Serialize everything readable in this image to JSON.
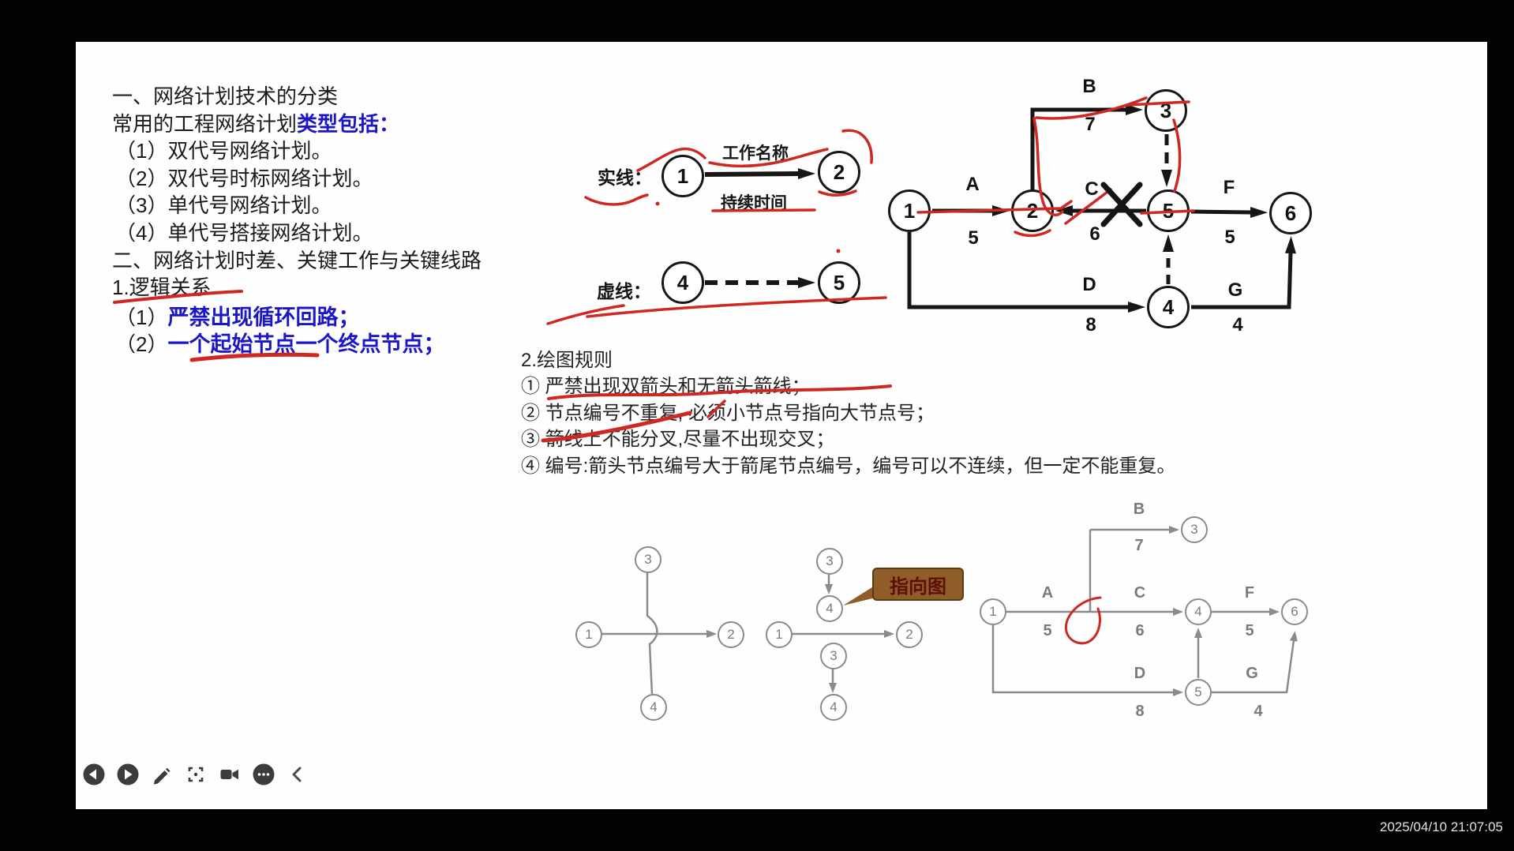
{
  "timestamp": "2025/04/10 21:07:05",
  "colors": {
    "page_bg": "#000000",
    "slide_bg": "#fefefe",
    "text_black": "#1b1b1b",
    "accent_blue": "#1b16c8",
    "pen_red": "#cf2721",
    "diagram_black": "#161616",
    "diagram_gray": "#8a8a8a",
    "callout_brown": "#8f5d28"
  },
  "left_panel": {
    "lines": [
      {
        "black": "一、网络计划技术的分类"
      },
      {
        "black": "常用的工程网络计划",
        "blue": "类型包括："
      },
      {
        "black": "（1）双代号网络计划。"
      },
      {
        "black": "（2）双代号时标网络计划。"
      },
      {
        "black": "（3）单代号网络计划。"
      },
      {
        "black": "（4）单代号搭接网络计划。"
      },
      {
        "black": "二、网络计划时差、关键工作与关键线路"
      },
      {
        "black": "1.逻辑关系"
      },
      {
        "black": "（1）",
        "blue": "严禁出现循环回路；"
      },
      {
        "black": "（2）",
        "blue": "一个起始节点一个终点节点；"
      }
    ]
  },
  "legend": {
    "solid_label": "实线：",
    "dashed_label": "虚线：",
    "work_name": "工作名称",
    "duration": "持续时间",
    "solid_nodes": [
      "1",
      "2"
    ],
    "dashed_nodes": [
      "4",
      "5"
    ]
  },
  "rules": {
    "title": "2.绘图规则",
    "items": [
      "①  严禁出现双箭头和无箭头箭线；",
      "②  节点编号不重复, 必须小节点号指向大节点号；",
      "③  箭线上不能分叉,尽量不出现交叉；",
      "④  编号:箭头节点编号大于箭尾节点编号，编号可以不连续，但一定不能重复。"
    ]
  },
  "main_diagram": {
    "nodes": [
      "1",
      "2",
      "3",
      "5",
      "6",
      "4"
    ],
    "edge_labels": [
      "A",
      "5",
      "B",
      "7",
      "C",
      "6",
      "F",
      "5",
      "D",
      "8",
      "G",
      "4"
    ]
  },
  "bottom_left_diagram": {
    "nodes": [
      "3",
      "1",
      "2",
      "4"
    ]
  },
  "bottom_middle_diagram": {
    "nodes": [
      "3",
      "4",
      "1",
      "2",
      "3",
      "4"
    ],
    "callout": "指向图"
  },
  "bottom_right_diagram": {
    "nodes": [
      "1",
      "3",
      "4",
      "6",
      "5"
    ],
    "edge_labels": [
      "A",
      "5",
      "B",
      "7",
      "C",
      "6",
      "F",
      "5",
      "D",
      "8",
      "G",
      "4"
    ]
  },
  "toolbar": {
    "icons": [
      "back",
      "play",
      "draw",
      "capture",
      "record",
      "more",
      "collapse"
    ]
  }
}
